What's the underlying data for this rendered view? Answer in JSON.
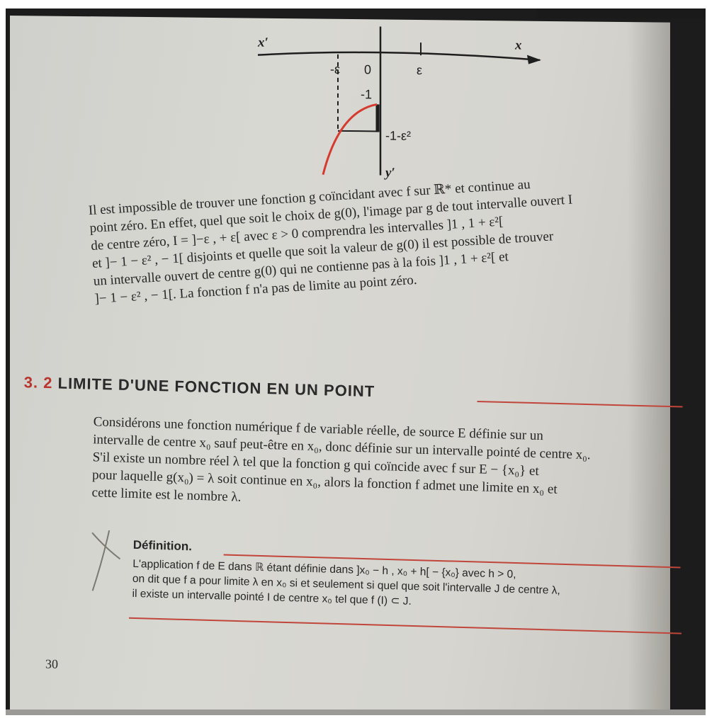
{
  "figure": {
    "x_prime": "x′",
    "x": "x",
    "neg_eps": "-ε",
    "zero": "0",
    "eps": "ε",
    "minus_one": "-1",
    "minus_one_minus_eps2": "-1-ε²",
    "y_prime": "y′",
    "curve_color": "#d43a2f"
  },
  "para1": {
    "lines": [
      "Il est impossible de trouver une fonction g coïncidant avec f sur ℝ* et continue au",
      "point zéro. En effet, quel que soit le choix de g(0), l'image par g de tout intervalle ouvert I",
      "de centre zéro,  I = ]−ε , + ε[  avec  ε > 0  comprendra  les  intervalles  ]1 , 1 + ε²[",
      "et ]− 1 − ε² , − 1[ disjoints et quelle que soit la valeur de g(0) il est possible de trouver",
      "un intervalle ouvert de centre g(0) qui ne contienne pas à la fois  ]1 , 1 + ε²[  et",
      "]− 1 − ε² , − 1[. La fonction f n'a pas de limite au  point zéro."
    ]
  },
  "section": {
    "number": "3. 2",
    "title": "LIMITE D'UNE FONCTION EN UN POINT",
    "accent_color": "#c0463c"
  },
  "para2": {
    "lines": [
      "Considérons une fonction numérique f de variable réelle, de source E définie sur un",
      "intervalle de centre x₀ sauf peut-être en x₀, donc définie sur un intervalle pointé de centre x₀.",
      "S'il existe un nombre réel λ tel que la fonction g qui coïncide avec f sur E − {x₀} et",
      "pour laquelle g(x₀) = λ soit continue en x₀, alors la fonction f admet une limite en x₀ et",
      "cette limite est le nombre λ."
    ]
  },
  "definition": {
    "title": "Définition.",
    "lines": [
      "L'application f de E dans ℝ étant définie dans ]x₀ − h , x₀ + h[ − {x₀} avec h > 0,",
      "on dit que f a pour limite λ en x₀ si et seulement si quel que soit l'intervalle J de centre λ,",
      "il existe un intervalle pointé I de centre x₀ tel que f (I) ⊂ J."
    ]
  },
  "page_number": "30"
}
